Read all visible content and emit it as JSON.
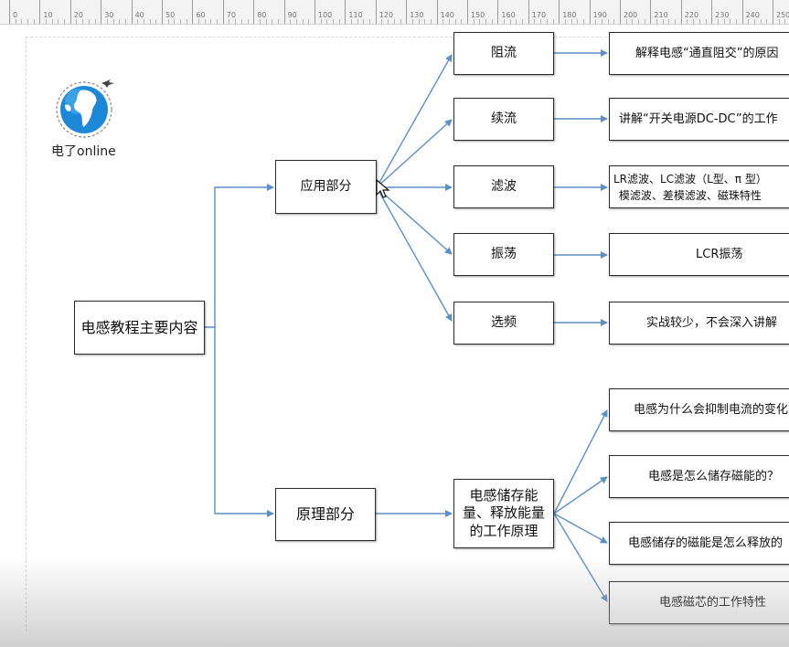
{
  "ruler": {
    "labels": [
      "0",
      "10",
      "20",
      "30",
      "40",
      "50",
      "60",
      "70",
      "80",
      "90",
      "100",
      "110",
      "120",
      "130",
      "140",
      "150",
      "160",
      "170",
      "180",
      "190",
      "200",
      "210",
      "220",
      "230",
      "240",
      "250"
    ]
  },
  "logo": {
    "text": "电了online",
    "icon": "globe-plane-icon"
  },
  "colors": {
    "arrow": "#5b8fc7",
    "border": "#2b2b2b",
    "globe": "#1e88d8"
  },
  "diagram": {
    "root": "电感教程主要内容",
    "branches": {
      "application": "应用部分",
      "principle": "原理部分"
    },
    "application_items": [
      {
        "label": "阻流",
        "detail": "解释电感“通直阻交”的原因"
      },
      {
        "label": "续流",
        "detail": "讲解“开关电源DC-DC”的工作"
      },
      {
        "label": "滤波",
        "detail": "LR滤波、LC滤波（L型、π 型）\n模滤波、差模滤波、磁珠特性"
      },
      {
        "label": "振荡",
        "detail": "LCR振荡"
      },
      {
        "label": "选频",
        "detail": "实战较少，不会深入讲解"
      }
    ],
    "principle_sub": "电感储存能\n量、释放能量\n的工作原理",
    "principle_items": [
      "电感为什么会抑制电流的变化",
      "电感是怎么储存磁能的？",
      "电感储存的磁能是怎么释放的",
      "电感磁芯的工作特性"
    ]
  }
}
